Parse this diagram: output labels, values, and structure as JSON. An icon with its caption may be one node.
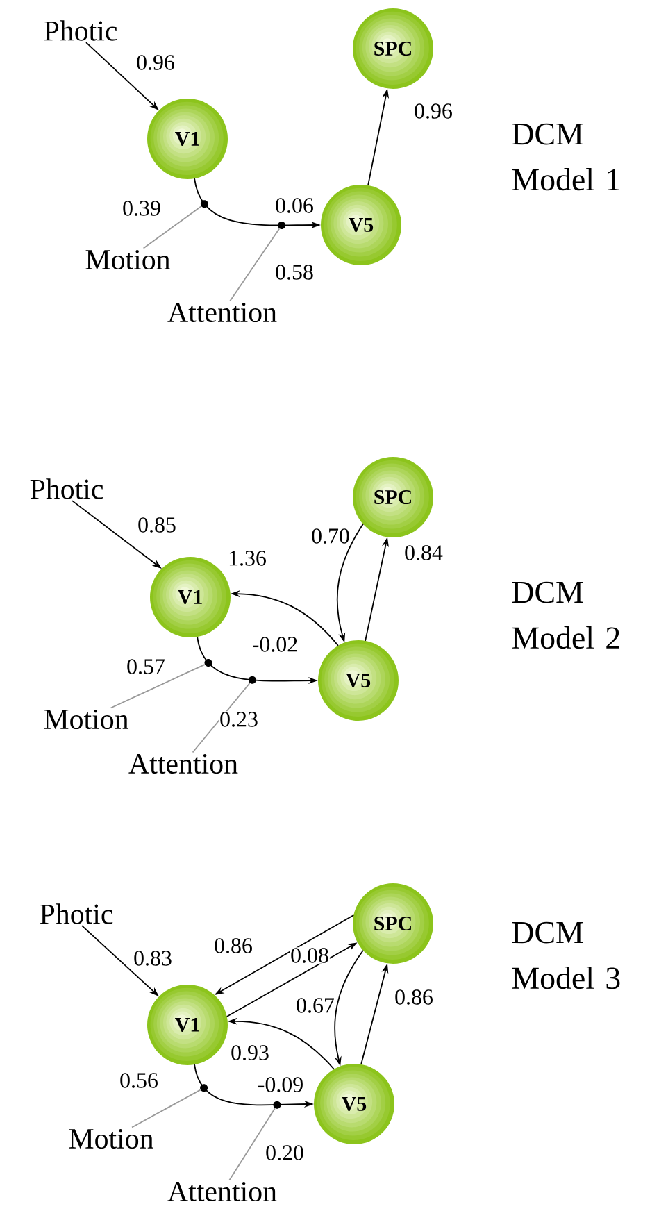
{
  "diagram": {
    "nodes": [
      {
        "text": [
          "Photic"
        ]
      },
      {
        "text": [
          "V1"
        ]
      },
      {
        "text": [
          "V5"
        ]
      },
      {
        "text": [
          "SPC"
        ]
      },
      {
        "text": [
          "Motion"
        ]
      },
      {
        "text": [
          "Attention"
        ]
      },
      {
        "text": [],
        "shape": "circle"
      },
      {
        "text": [],
        "shape": "circle"
      },
      {
        "text": [
          "Photic"
        ]
      },
      {
        "text": [
          "V1"
        ]
      },
      {
        "text": [
          "V5"
        ]
      },
      {
        "text": [
          "SPC"
        ]
      },
      {
        "text": [
          "Motion"
        ]
      },
      {
        "text": [
          "Attention"
        ]
      },
      {
        "text": [],
        "shape": "circle"
      },
      {
        "text": [],
        "shape": "circle"
      },
      {
        "text": [
          "Photic"
        ]
      },
      {
        "text": [
          "V1"
        ]
      },
      {
        "text": [
          "V5"
        ]
      },
      {
        "text": [
          "SPC"
        ]
      },
      {
        "text": [
          "Motion"
        ]
      },
      {
        "text": [
          "Attention"
        ]
      },
      {
        "text": [],
        "shape": "circle"
      },
      {
        "text": [],
        "shape": "circle"
      }
    ],
    "edges": [
      {
        "from": 0,
        "to": 1,
        "arrow": "to",
        "label": "0.96"
      },
      {
        "from": 1,
        "to": 2,
        "arrow": "to",
        "label": "0.06"
      },
      {
        "from": 2,
        "to": 3,
        "arrow": "to",
        "label": "0.96"
      },
      {
        "from": 4,
        "to": 6,
        "arrow": "none",
        "label": "0.39",
        "color": "#999999"
      },
      {
        "from": 5,
        "to": 7,
        "arrow": "none",
        "label": "0.58",
        "color": "#999999"
      },
      {
        "from": 8,
        "to": 9,
        "arrow": "to",
        "label": "0.85"
      },
      {
        "from": 10,
        "to": 9,
        "arrow": "to",
        "label": "1.36"
      },
      {
        "from": 9,
        "to": 10,
        "arrow": "to",
        "label": "-0.02"
      },
      {
        "from": 11,
        "to": 10,
        "arrow": "to",
        "label": "0.70"
      },
      {
        "from": 10,
        "to": 11,
        "arrow": "to",
        "label": "0.84"
      },
      {
        "from": 12,
        "to": 14,
        "arrow": "none",
        "label": "0.57",
        "color": "#999999"
      },
      {
        "from": 13,
        "to": 15,
        "arrow": "none",
        "label": "0.23",
        "color": "#999999"
      },
      {
        "from": 16,
        "to": 17,
        "arrow": "to",
        "label": "0.83"
      },
      {
        "from": 19,
        "to": 17,
        "arrow": "to",
        "label": "0.86"
      },
      {
        "from": 17,
        "to": 19,
        "arrow": "to",
        "label": "0.08"
      },
      {
        "from": 19,
        "to": 18,
        "arrow": "to",
        "label": "0.67"
      },
      {
        "from": 18,
        "to": 19,
        "arrow": "to",
        "label": "0.86"
      },
      {
        "from": 18,
        "to": 17,
        "arrow": "to",
        "label": "0.93"
      },
      {
        "from": 17,
        "to": 18,
        "arrow": "to",
        "label": "-0.09"
      },
      {
        "from": 20,
        "to": 22,
        "arrow": "none",
        "label": "0.56",
        "color": "#999999"
      },
      {
        "from": 21,
        "to": 23,
        "arrow": "none",
        "label": "0.20",
        "color": "#999999"
      }
    ],
    "labels": [
      "DCM Model 1",
      "DCM Model 2",
      "DCM Model 3"
    ]
  }
}
